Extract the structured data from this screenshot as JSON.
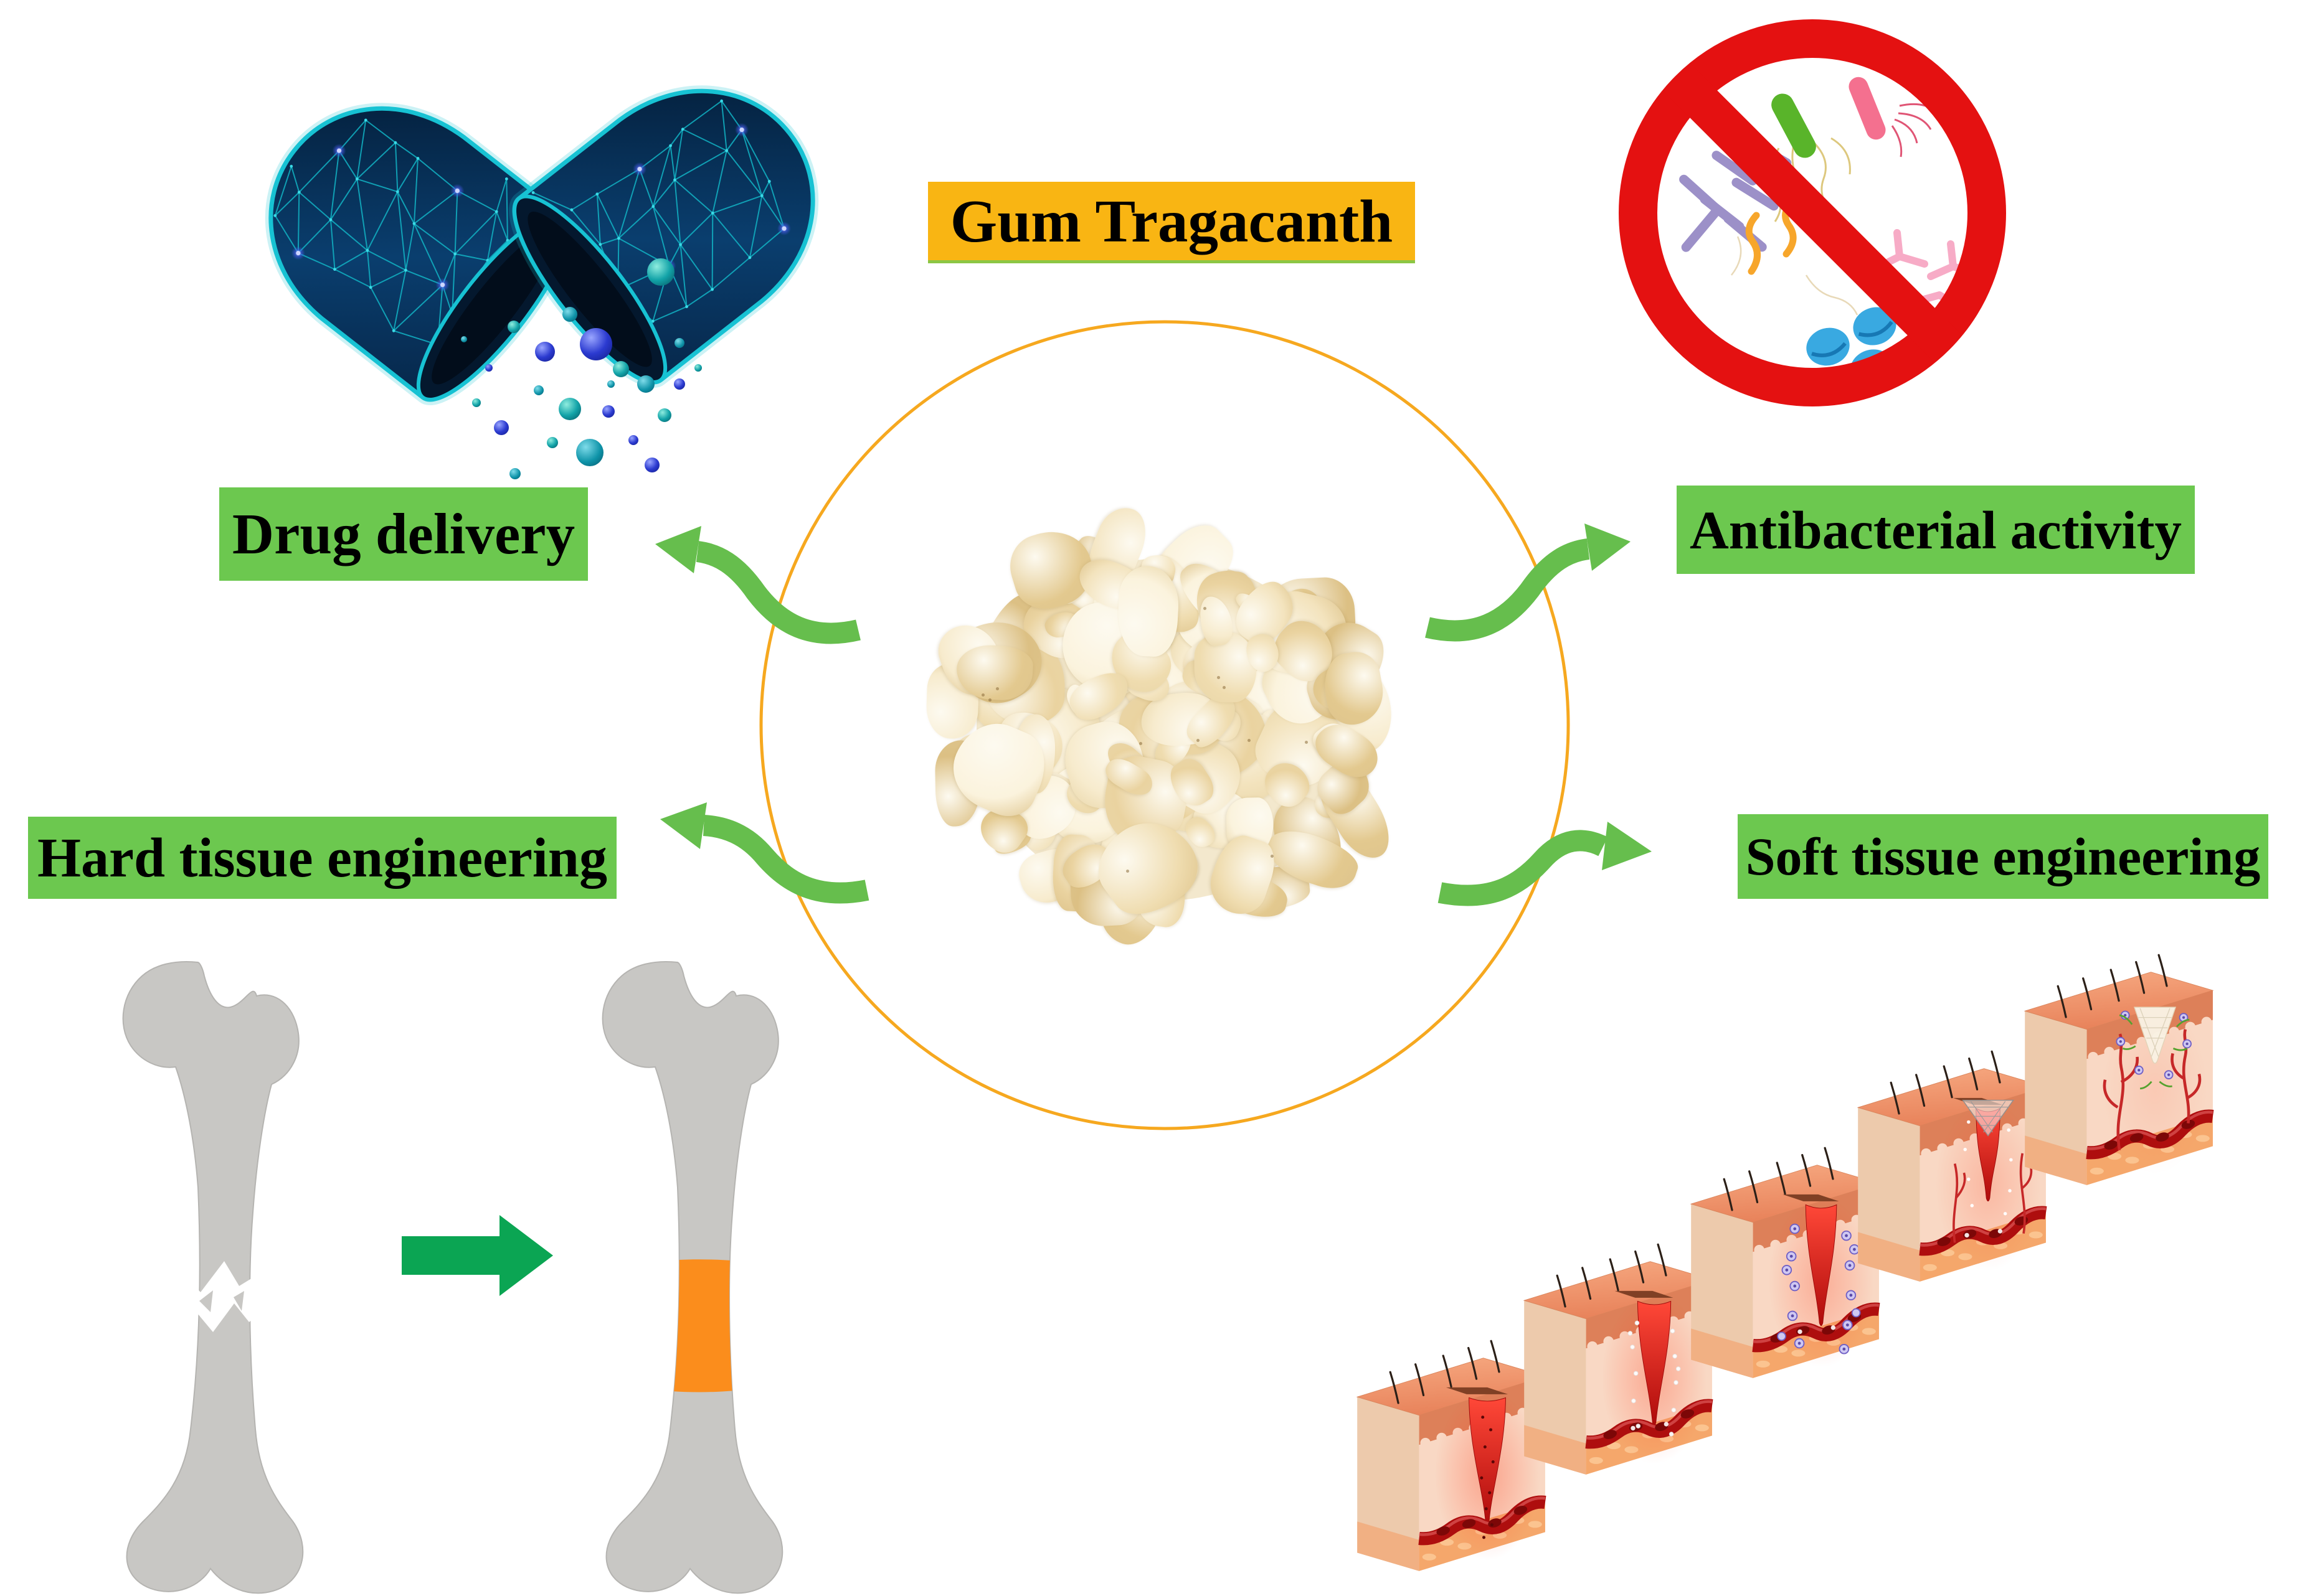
{
  "title": "Gum Tragacanth",
  "labels": {
    "drug_delivery": "Drug delivery",
    "antibacterial": "Antibacterial activity",
    "hard_tissue": "Hard tissue engineering",
    "soft_tissue": "Soft tissue engineering"
  },
  "colors": {
    "background": "#FFFFFF",
    "title_bg": "#F9B513",
    "label_bg": "#6CC84F",
    "label_text": "#000000",
    "circle_stroke": "#F6A81F",
    "arrow_green": "#66BE4D",
    "bone_arrow_green": "#0BA553",
    "prohibition_red": "#E41111",
    "capsule_teal": "#17C2D3",
    "capsule_navy": "#06234A",
    "bone_gray": "#C8C7C4",
    "graft_orange": "#FB8D1C",
    "gum_cream": "#F2E3C2",
    "skin_top": "#F0946C",
    "skin_dermis": "#F9D8C4",
    "wound_red": "#D81313"
  },
  "icons": {
    "center_photo": "gum-tragacanth-flakes",
    "top_left": "wireframe-capsule-releasing-particles",
    "top_right": "no-bacteria-prohibition-sign",
    "bottom_left": "fractured-femur-to-repaired-femur",
    "bottom_right": "skin-wound-healing-stages"
  },
  "soft_tissue_stage_count": 5
}
